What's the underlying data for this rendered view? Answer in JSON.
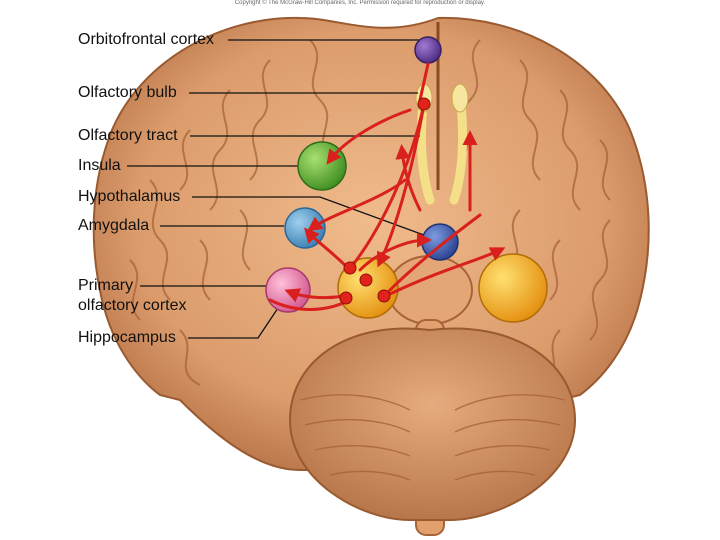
{
  "copyright": "Copyright © The McGraw-Hill Companies, Inc. Permission required for reproduction or display.",
  "labels": {
    "orbitofrontal_cortex": "Orbitofrontal cortex",
    "olfactory_bulb": "Olfactory bulb",
    "olfactory_tract": "Olfactory tract",
    "insula": "Insula",
    "hypothalamus": "Hypothalamus",
    "amygdala": "Amygdala",
    "primary_olfactory_cortex_line1": "Primary",
    "primary_olfactory_cortex_line2": "olfactory cortex",
    "hippocampus": "Hippocampus"
  },
  "colors": {
    "brain": "#dc9c6c",
    "brain_shadow": "#b57145",
    "pathway": "#d9201c",
    "orbitofrontal": "#6a3fa0",
    "insula": "#62b63a",
    "hypothalamus": "#3e5fae",
    "amygdala": "#4f95c6",
    "primary_olfactory": "#e67aa8",
    "hippocampus": "#f3ae26"
  }
}
